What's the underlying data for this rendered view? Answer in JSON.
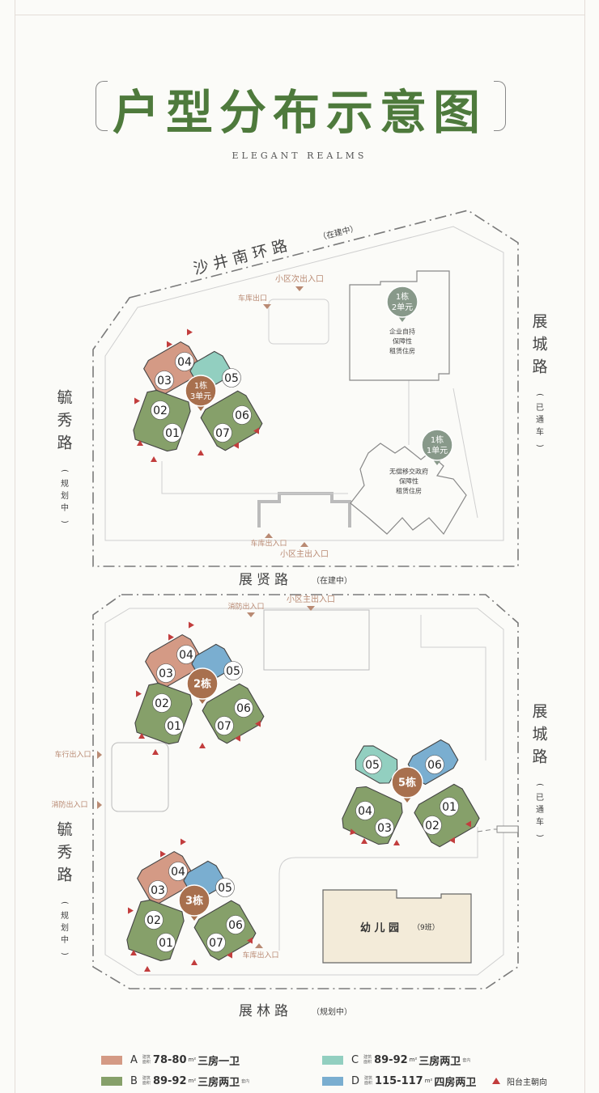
{
  "header": {
    "title": "户型分布示意图",
    "subtitle": "ELEGANT REALMS"
  },
  "colors": {
    "type_a": "#d49a85",
    "type_b": "#86a06a",
    "type_c": "#92cfc0",
    "type_d": "#7aaed0",
    "building_label": "#a8704e",
    "guard_label": "#88998a",
    "entrance": "#b98a73",
    "balcony": "#c23d3d",
    "title": "#4e7a3c"
  },
  "roads": {
    "north": {
      "name": "沙井南环路",
      "status": "（在建中）"
    },
    "east_top": {
      "name": "展城路",
      "status": "已通车"
    },
    "west_top": {
      "name": "毓秀路",
      "status": "规划中"
    },
    "middle": {
      "name": "展贤路",
      "status": "（在建中）"
    },
    "east_bottom": {
      "name": "展城路",
      "status": "已通车"
    },
    "west_bottom": {
      "name": "毓秀路",
      "status": "规划中"
    },
    "south": {
      "name": "展林路",
      "status": "（规划中）"
    }
  },
  "entrances": {
    "secondary_top": "小区次出入口",
    "garage_exit_top": "车库出口",
    "garage_in_out_top": "车库出入口",
    "main_top": "小区主出入口",
    "fire_bottom": "消防出入口",
    "secondary_bottom": "小区主出入口",
    "vehicle_west": "车行出入口",
    "fire_west": "消防出入口",
    "garage_in_out_bottom": "车库出入口"
  },
  "buildings": [
    {
      "label_line1": "1栋",
      "label_line2": "3单元",
      "units": [
        "04",
        "03",
        "05",
        "02",
        "01",
        "07",
        "06"
      ]
    },
    {
      "label_line1": "1栋",
      "label_line2": "2单元",
      "note": [
        "企业自持",
        "保障性",
        "租赁住房"
      ]
    },
    {
      "label_line1": "1栋",
      "label_line2": "1单元",
      "note": [
        "无偿移交政府",
        "保障性",
        "租赁住房"
      ]
    },
    {
      "label": "2栋",
      "units": [
        "04",
        "03",
        "05",
        "02",
        "01",
        "07",
        "06"
      ]
    },
    {
      "label": "5栋",
      "units": [
        "05",
        "06",
        "01",
        "04",
        "03",
        "02"
      ]
    },
    {
      "label": "3栋",
      "units": [
        "04",
        "03",
        "05",
        "02",
        "01",
        "07",
        "06"
      ]
    }
  ],
  "kindergarten": {
    "name": "幼 儿 园",
    "classes": "（9班）"
  },
  "legend": [
    {
      "code": "A",
      "area_note1": "建筑",
      "area_note2": "面积",
      "range": "78-80",
      "unit": "m²",
      "layout": "三房一卫",
      "extra": ""
    },
    {
      "code": "B",
      "area_note1": "建筑",
      "area_note2": "面积",
      "range": "89-92",
      "unit": "m²",
      "layout": "三房两卫",
      "extra": "套内"
    },
    {
      "code": "C",
      "area_note1": "建筑",
      "area_note2": "面积",
      "range": "89-92",
      "unit": "m²",
      "layout": "三房两卫",
      "extra": "套内"
    },
    {
      "code": "D",
      "area_note1": "建筑",
      "area_note2": "面积",
      "range": "115-117",
      "unit": "m²",
      "layout": "四房两卫",
      "extra": ""
    }
  ],
  "balcony_legend": "阳台主朝向"
}
